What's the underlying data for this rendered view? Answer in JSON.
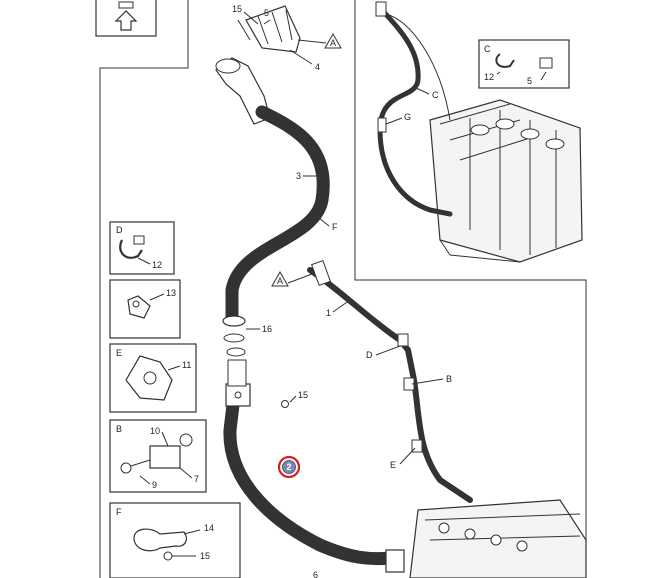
{
  "callouts": {
    "n15a": "15",
    "n5a": "5",
    "n4": "4",
    "n3": "3",
    "nF": "F",
    "nA1": "A",
    "nA2": "A",
    "nC": "C",
    "nG": "G",
    "n16": "16",
    "n1": "1",
    "nD": "D",
    "n15b": "15",
    "nB": "B",
    "n2": "2",
    "nE": "E",
    "n6": "6"
  },
  "insets": {
    "C": {
      "letter": "C",
      "n1": "12",
      "n2": "5"
    },
    "D": {
      "letter": "D",
      "n1": "12"
    },
    "u13": {
      "n1": "13"
    },
    "E": {
      "letter": "E",
      "n1": "11"
    },
    "B": {
      "letter": "B",
      "n1": "10",
      "n2": "9",
      "n3": "7"
    },
    "F": {
      "letter": "F",
      "n1": "14",
      "n2": "15"
    }
  },
  "colors": {
    "highlight": "#d62020",
    "ink": "#333333"
  }
}
